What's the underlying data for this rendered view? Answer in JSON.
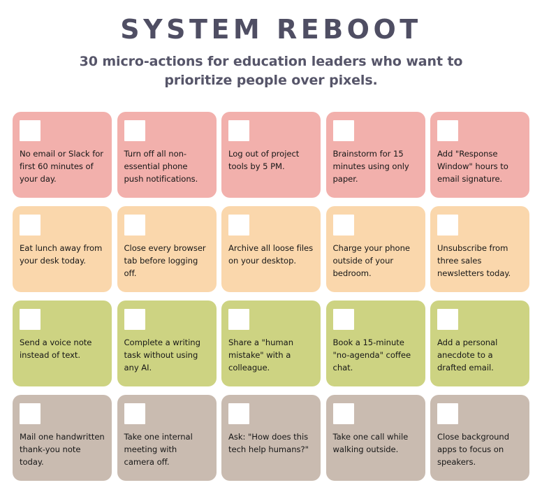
{
  "header": {
    "title": "SYSTEM REBOOT",
    "subtitle_line1": "30 micro-actions for education leaders who want to",
    "subtitle_line2": "prioritize people over pixels."
  },
  "colors": {
    "page_background": "#FFFFFF",
    "title_color": "#4F4E63",
    "subtitle_color": "#565569",
    "card_text_color": "#171717",
    "checkbox_color": "#FFFFFF",
    "row1_pink": "#F2B0AC",
    "row2_peach": "#FAD7AC",
    "row3_green": "#CDD382",
    "row4_taupe": "#C9BBB0"
  },
  "rows": [
    {
      "name": "row-pink",
      "color": "#F2B0AC",
      "cards": [
        {
          "checkbox": "unchecked-checkbox",
          "text": "No email or Slack for first 60 minutes of your day."
        },
        {
          "checkbox": "unchecked-checkbox",
          "text": "Turn off all non-essential phone push notifications."
        },
        {
          "checkbox": "unchecked-checkbox",
          "text": "Log out of project tools by 5 PM."
        },
        {
          "checkbox": "unchecked-checkbox",
          "text": "Brainstorm for 15 minutes using only paper."
        },
        {
          "checkbox": "unchecked-checkbox",
          "text": "Add \"Response Window\" hours to email signature."
        }
      ]
    },
    {
      "name": "row-peach",
      "color": "#FAD7AC",
      "cards": [
        {
          "checkbox": "unchecked-checkbox",
          "text": "Eat lunch away from your desk today."
        },
        {
          "checkbox": "unchecked-checkbox",
          "text": "Close every browser tab before logging off."
        },
        {
          "checkbox": "unchecked-checkbox",
          "text": "Archive all loose files on your desktop."
        },
        {
          "checkbox": "unchecked-checkbox",
          "text": "Charge your phone outside of your bedroom."
        },
        {
          "checkbox": "unchecked-checkbox",
          "text": "Unsubscribe from three sales newsletters today."
        }
      ]
    },
    {
      "name": "row-green",
      "color": "#CDD382",
      "cards": [
        {
          "checkbox": "unchecked-checkbox",
          "text": "Send a voice note instead of text."
        },
        {
          "checkbox": "unchecked-checkbox",
          "text": "Complete a writing task without using any AI."
        },
        {
          "checkbox": "unchecked-checkbox",
          "text": "Share a \"human mistake\" with a colleague."
        },
        {
          "checkbox": "unchecked-checkbox",
          "text": "Book a 15-minute \"no-agenda\" coffee chat."
        },
        {
          "checkbox": "unchecked-checkbox",
          "text": "Add a personal anecdote to a drafted email."
        }
      ]
    },
    {
      "name": "row-taupe",
      "color": "#C9BBB0",
      "cards": [
        {
          "checkbox": "unchecked-checkbox",
          "text": "Mail one handwritten thank-you note today."
        },
        {
          "checkbox": "unchecked-checkbox",
          "text": "Take one internal meeting with camera off."
        },
        {
          "checkbox": "unchecked-checkbox",
          "text": "Ask: \"How does this tech help humans?\""
        },
        {
          "checkbox": "unchecked-checkbox",
          "text": "Take one call while walking outside."
        },
        {
          "checkbox": "unchecked-checkbox",
          "text": "Close background apps to focus on speakers."
        }
      ]
    }
  ]
}
